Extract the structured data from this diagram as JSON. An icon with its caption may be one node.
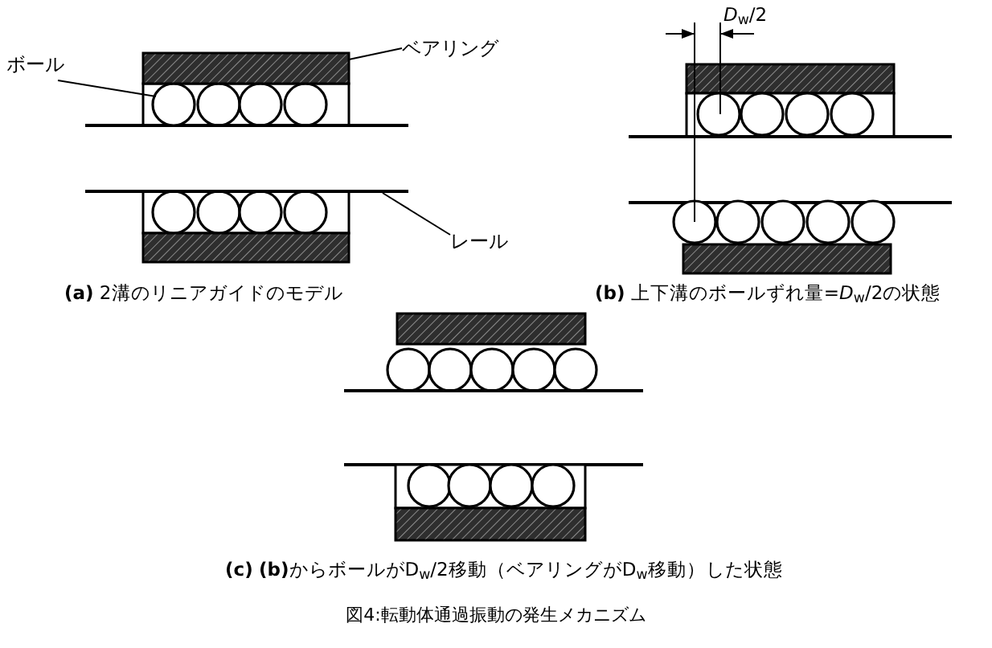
{
  "diagram": {
    "caption": "図4:転動体通過振動の発生メカニズム",
    "nodes": [
      {
        "text": [
          "ボール"
        ]
      },
      {
        "text": [],
        "shape": "circle"
      },
      {
        "text": [
          "ベアリング"
        ]
      },
      {
        "text": [],
        "shape": "box"
      },
      {
        "text": [
          "レール"
        ]
      },
      {
        "text": [],
        "shape": "bar"
      }
    ],
    "edges": [
      {
        "from": 0,
        "to": 1,
        "arrow": "none"
      },
      {
        "from": 2,
        "to": 3,
        "arrow": "none"
      },
      {
        "from": 4,
        "to": 5,
        "arrow": "none"
      }
    ],
    "labels": [
      "**(a)** 2溝のリニアガイドのモデル",
      "*D*$_{w}$/2",
      "**(b)** 上下溝のボールずれ量=*D*$_{w}$/2の状態",
      "**(c)** **(b)**からボールがD$_{w}$/2移動（ベアリングがD$_{w}$移動）した状態"
    ]
  }
}
